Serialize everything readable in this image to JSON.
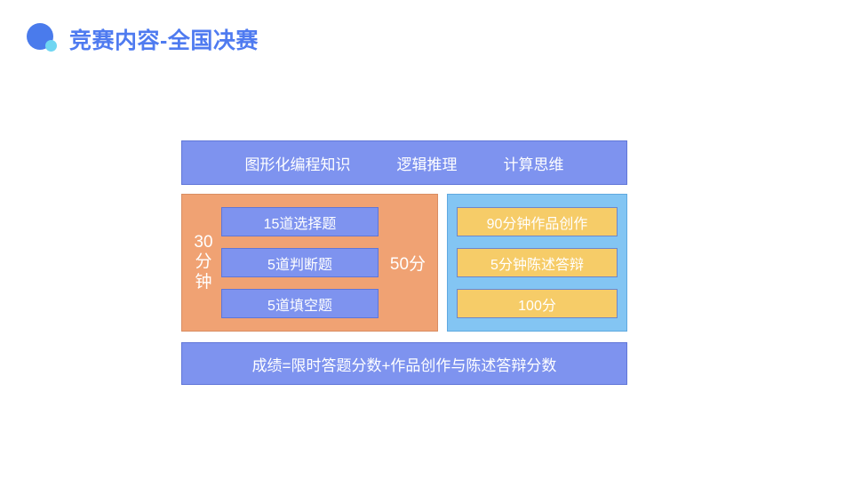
{
  "header": {
    "title": "竞赛内容-全国决赛",
    "logo": "circle-logo",
    "title_color": "#4f7bf0",
    "logo_primary_color": "#4a7bec",
    "logo_accent_color": "#6fd6f2"
  },
  "diagram": {
    "topic_bar": {
      "topics": [
        "图形化编程知识",
        "逻辑推理",
        "计算思维"
      ],
      "fill_color": "#7e93ef"
    },
    "written_section": {
      "duration": "30\n分\n钟",
      "duration_plain": "30分钟",
      "score": "50分",
      "fill_color": "#f0a273",
      "items": [
        "15道选择题",
        "5道判断题",
        "5道填空题"
      ]
    },
    "project_section": {
      "fill_color": "#83c5f3",
      "item_fill_color": "#f6cc68",
      "items": [
        "90分钟作品创作",
        "5分钟陈述答辩",
        "100分"
      ]
    },
    "total_bar": {
      "text": "成绩=限时答题分数+作品创作与陈述答辩分数",
      "fill_color": "#7e93ef"
    }
  }
}
